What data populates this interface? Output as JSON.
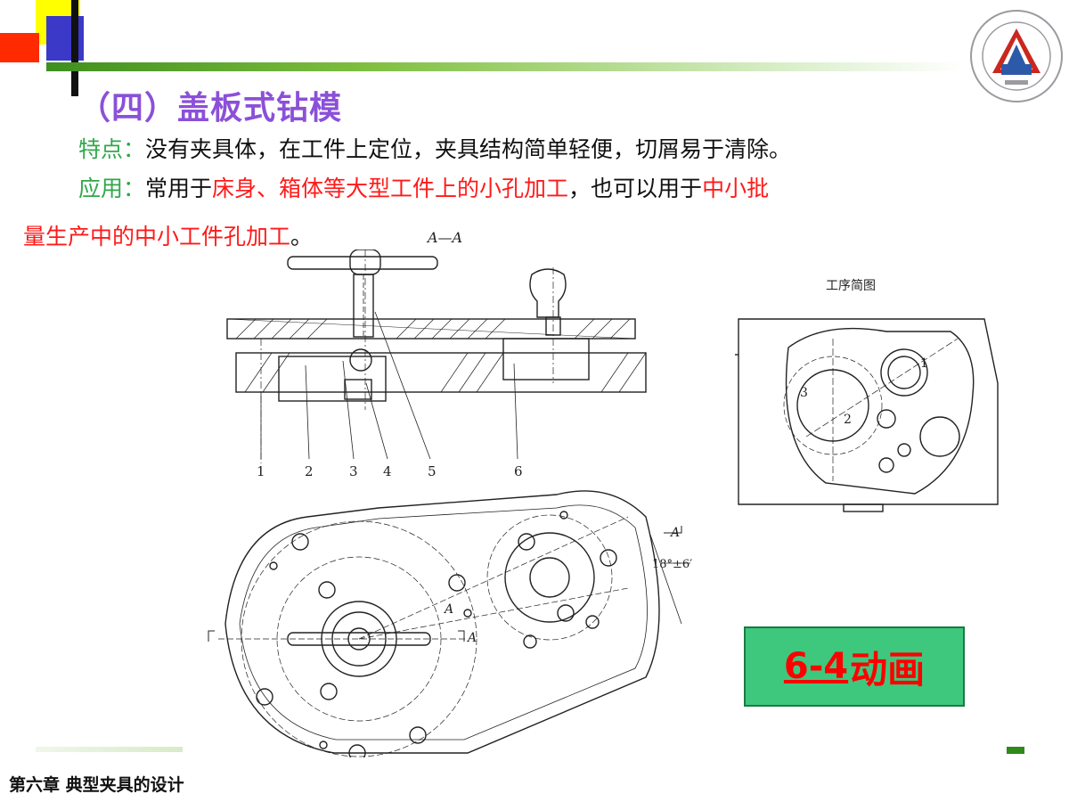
{
  "slide": {
    "title": "（四）盖板式钻模",
    "features_label": "特点：",
    "features_text": "没有夹具体，在工件上定位，夹具结构简单轻便，切屑易于清除。",
    "application_label": "应用：",
    "application_text_1": "常用于",
    "application_highlight_1": "床身、箱体等大型工件上的小孔加工",
    "application_text_2": "，也可以用于",
    "application_highlight_2": "中小批",
    "application_line2_highlight": "量生产中的中小工件孔加工",
    "application_line2_end": "。",
    "section_label": "A—A",
    "process_sketch_label": "工序简图",
    "part_numbers": [
      "1",
      "2",
      "3",
      "4",
      "5",
      "6"
    ],
    "sketch_hole_labels": [
      "1",
      "2",
      "3"
    ],
    "angle_label": "18°±6′",
    "section_marks": [
      "A",
      "A",
      "A",
      "A"
    ],
    "animation_button_number": "6-4",
    "animation_button_word": "动画",
    "footer": "第六章  典型夹具的设计"
  },
  "colors": {
    "title": "#8b50d8",
    "label_green": "#2fa84a",
    "highlight_red": "#ff1a1a",
    "button_bg": "#3ec87e"
  },
  "icons": {
    "logo": "university-seal-icon"
  }
}
